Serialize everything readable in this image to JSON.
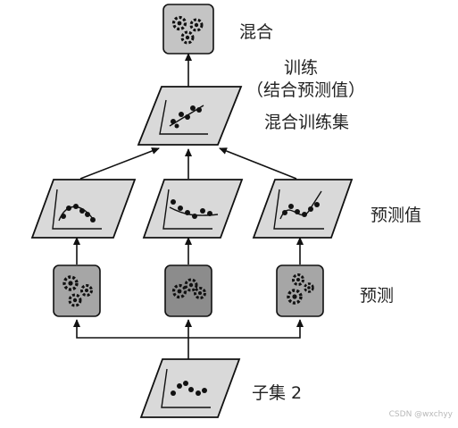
{
  "labels": {
    "blend": "混合",
    "train_line1": "训练",
    "train_line2": "（结合预测值）",
    "blend_train_set": "混合训练集",
    "predicted_values": "预测值",
    "predict": "预测",
    "subset": "子集 2"
  },
  "watermark": "CSDN @wxchyy",
  "colors": {
    "plane_fill": "#d9d9d9",
    "gear_box_fill": "#a6a6a6",
    "gear_box_fill_dark": "#8c8c8c",
    "top_box_fill": "#c4c4c4",
    "stroke": "#111111"
  },
  "icons": [
    "gears-icon",
    "scatter-plot-icon",
    "arrow-up-icon"
  ]
}
